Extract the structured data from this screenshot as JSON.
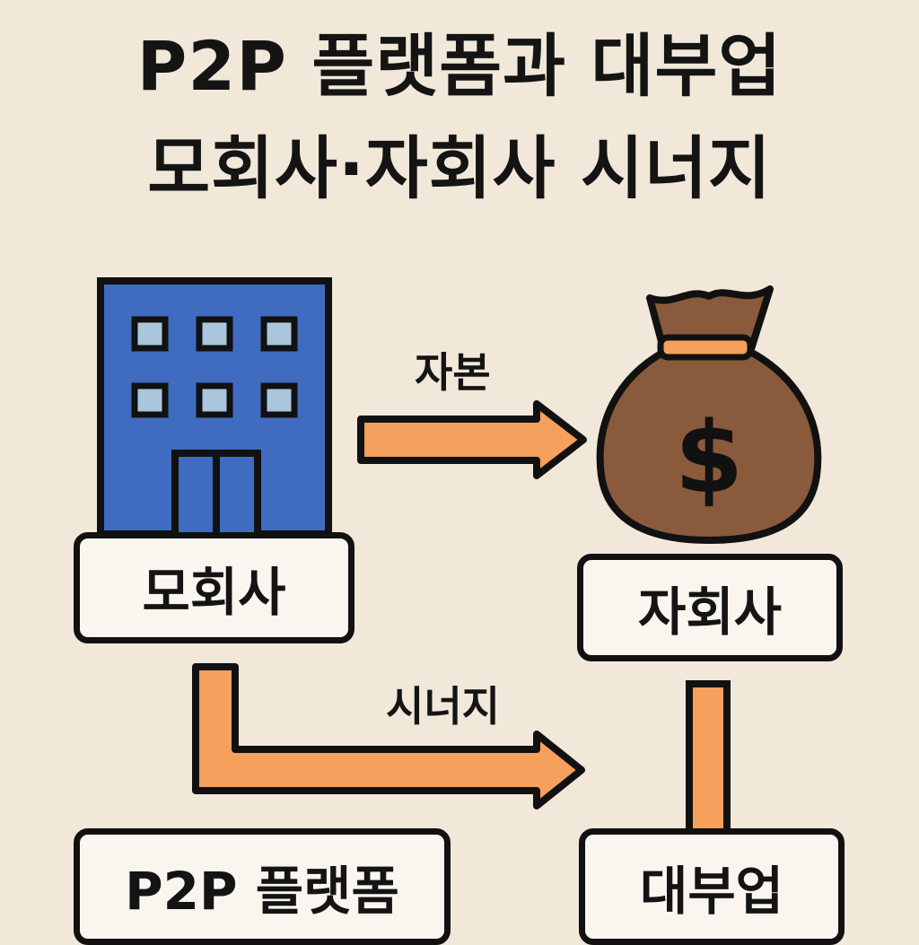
{
  "title": {
    "line1": "P2P 플랫폼과 대부업",
    "line2": "모회사·자회사 시너지"
  },
  "nodes": {
    "parent": {
      "label": "모회사",
      "icon": "building-icon"
    },
    "subsidiary": {
      "label": "자회사",
      "icon": "money-bag-icon"
    },
    "p2p": {
      "label": "P2P 플랫폼"
    },
    "lending": {
      "label": "대부업"
    }
  },
  "flows": {
    "capital": "자본",
    "synergy": "시너지"
  },
  "colors": {
    "background": "#f1e8da",
    "arrow": "#f5a05c",
    "building": "#3f6cc0",
    "bag": "#8a5a3c",
    "bag_tie": "#f5a05c",
    "window": "#a9c6dc"
  }
}
